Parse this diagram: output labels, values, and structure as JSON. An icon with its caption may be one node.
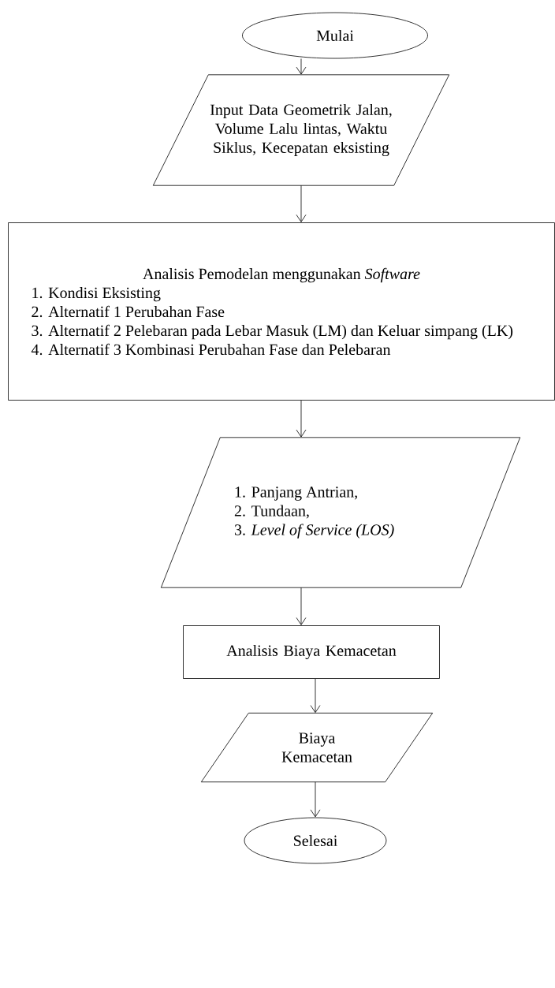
{
  "diagram": {
    "nodes": [
      {
        "text": [
          "Mulai"
        ]
      },
      {
        "text": [
          "Input Data Geometrik Jalan, Volume Lalu lintas, Waktu Siklus, Kecepatan eksisting"
        ]
      },
      {
        "text": [
          "Analisis Pemodelan menggunakan *Software*",
          "1. Kondisi Eksisting",
          "2. Alternatif 1 Perubahan Fase",
          "3. Alternatif 2 Pelebaran pada Lebar Masuk (LM) dan Keluar simpang (LK)",
          "4. Alternatif 3 Kombinasi Perubahan Fase dan Pelebaran"
        ]
      },
      {
        "text": [
          "1. Panjang Antrian,",
          "2. Tundaan,",
          "3. *Level of Service (LOS)*"
        ]
      },
      {
        "text": [
          "Analisis Biaya Kemacetan"
        ]
      },
      {
        "text": [
          "Biaya Kemacetan"
        ]
      },
      {
        "text": [
          "Selesai"
        ]
      }
    ],
    "edges": [
      {
        "from": 0,
        "to": 1,
        "arrow": "to"
      },
      {
        "from": 1,
        "to": 2,
        "arrow": "to"
      },
      {
        "from": 2,
        "to": 3,
        "arrow": "to"
      },
      {
        "from": 3,
        "to": 4,
        "arrow": "to"
      },
      {
        "from": 4,
        "to": 5,
        "arrow": "to"
      },
      {
        "from": 5,
        "to": 6,
        "arrow": "to"
      }
    ]
  }
}
